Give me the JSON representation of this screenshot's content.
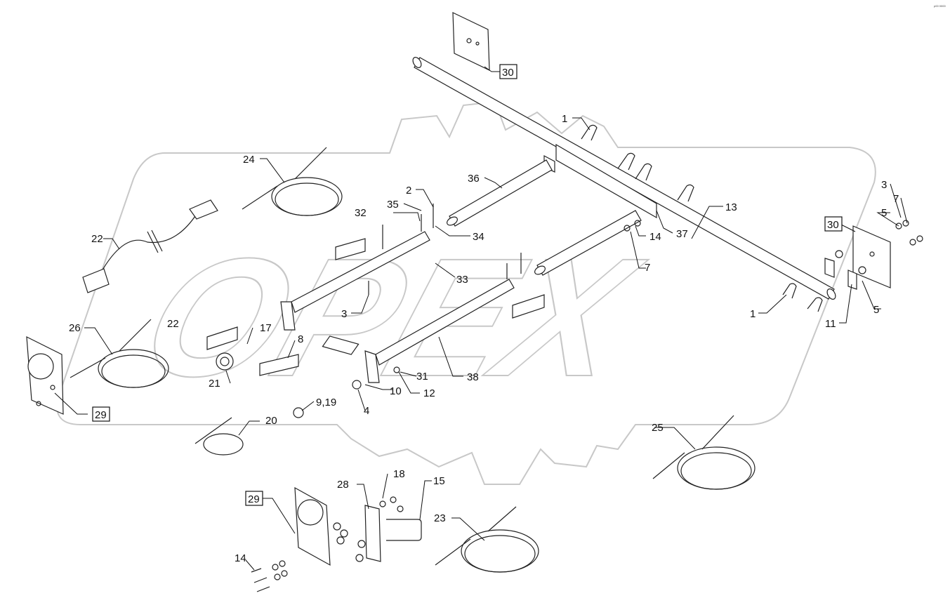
{
  "diagram": {
    "watermark": "OPEX",
    "corner_code": "p00 0000",
    "callouts": [
      {
        "id": "c-1a",
        "text": "1"
      },
      {
        "id": "c-1b",
        "text": "1"
      },
      {
        "id": "c-2",
        "text": "2"
      },
      {
        "id": "c-3a",
        "text": "3"
      },
      {
        "id": "c-3b",
        "text": "3"
      },
      {
        "id": "c-4",
        "text": "4"
      },
      {
        "id": "c-5a",
        "text": "5"
      },
      {
        "id": "c-5b",
        "text": "5"
      },
      {
        "id": "c-7a",
        "text": "7"
      },
      {
        "id": "c-7b",
        "text": "7"
      },
      {
        "id": "c-8",
        "text": "8"
      },
      {
        "id": "c-9-19",
        "text": "9,19"
      },
      {
        "id": "c-10",
        "text": "10"
      },
      {
        "id": "c-11",
        "text": "11"
      },
      {
        "id": "c-12",
        "text": "12"
      },
      {
        "id": "c-13",
        "text": "13"
      },
      {
        "id": "c-14a",
        "text": "14"
      },
      {
        "id": "c-14b",
        "text": "14"
      },
      {
        "id": "c-15",
        "text": "15"
      },
      {
        "id": "c-17",
        "text": "17"
      },
      {
        "id": "c-18",
        "text": "18"
      },
      {
        "id": "c-20",
        "text": "20"
      },
      {
        "id": "c-21",
        "text": "21"
      },
      {
        "id": "c-22a",
        "text": "22"
      },
      {
        "id": "c-22b",
        "text": "22"
      },
      {
        "id": "c-23",
        "text": "23"
      },
      {
        "id": "c-24",
        "text": "24"
      },
      {
        "id": "c-25",
        "text": "25"
      },
      {
        "id": "c-26",
        "text": "26"
      },
      {
        "id": "c-28",
        "text": "28"
      },
      {
        "id": "c-31",
        "text": "31"
      },
      {
        "id": "c-32",
        "text": "32"
      },
      {
        "id": "c-33",
        "text": "33"
      },
      {
        "id": "c-34",
        "text": "34"
      },
      {
        "id": "c-35",
        "text": "35"
      },
      {
        "id": "c-36",
        "text": "36"
      },
      {
        "id": "c-37",
        "text": "37"
      },
      {
        "id": "c-38",
        "text": "38"
      }
    ],
    "boxed_callouts": [
      {
        "id": "b-30a",
        "text": "30"
      },
      {
        "id": "b-30b",
        "text": "30"
      },
      {
        "id": "b-29a",
        "text": "29"
      },
      {
        "id": "b-29b",
        "text": "29"
      }
    ]
  }
}
